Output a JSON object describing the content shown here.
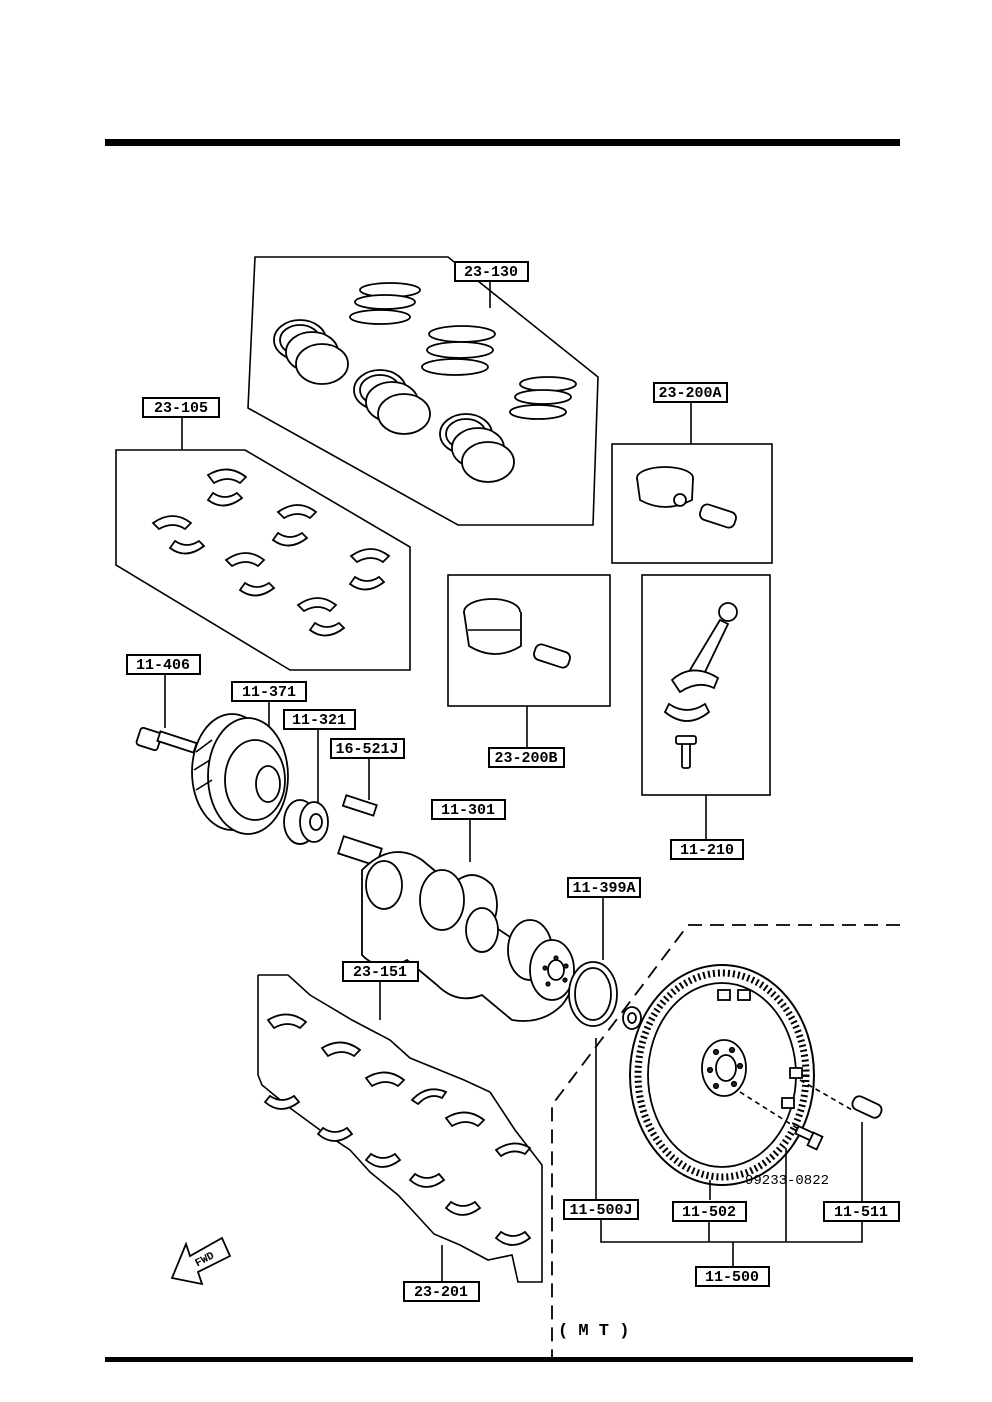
{
  "labels": {
    "l_23_130": "23-130",
    "l_23_105": "23-105",
    "l_23_200A": "23-200A",
    "l_23_200B": "23-200B",
    "l_11_210": "11-210",
    "l_11_406": "11-406",
    "l_11_371": "11-371",
    "l_11_321": "11-321",
    "l_16_521J": "16-521J",
    "l_11_301": "11-301",
    "l_11_399A": "11-399A",
    "l_23_151": "23-151",
    "l_23_201": "23-201",
    "l_11_500J": "11-500J",
    "l_11_502": "11-502",
    "l_11_511": "11-511",
    "l_11_500": "11-500"
  },
  "bolt_number": "99233-0822",
  "variant_note": "( M T )",
  "fwd_arrow_text": "FWD"
}
